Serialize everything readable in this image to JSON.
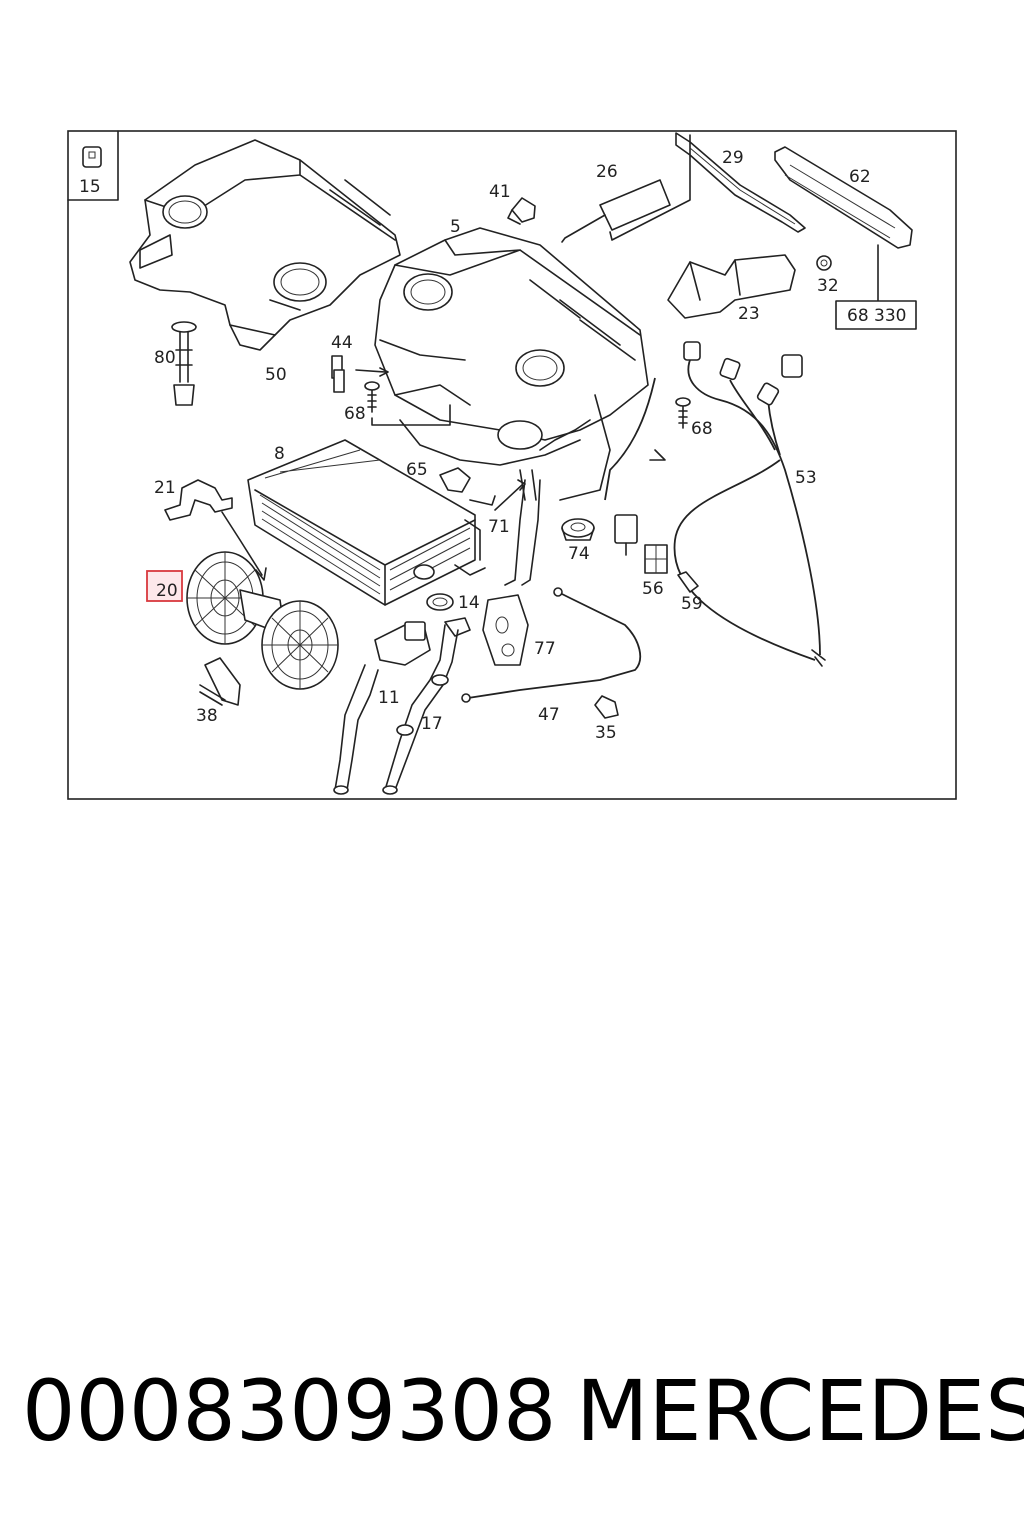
{
  "diagram": {
    "labels": {
      "l15": "15",
      "l41": "41",
      "l26": "26",
      "l29": "29",
      "l62": "62",
      "l5": "5",
      "l32": "32",
      "l23": "23",
      "l68330": "68 330",
      "l80": "80",
      "l50": "50",
      "l44": "44",
      "l68a": "68",
      "l68b": "68",
      "l53": "53",
      "l8": "8",
      "l65": "65",
      "l21": "21",
      "l71": "71",
      "l74": "74",
      "l56": "56",
      "l59": "59",
      "l20": "20",
      "l14": "14",
      "l77": "77",
      "l11": "11",
      "l38": "38",
      "l17": "17",
      "l47": "47",
      "l35": "35"
    },
    "highlight_color": "#d9383e",
    "highlight_fill": "#fde8ea"
  },
  "caption": {
    "part_number": "0008309308",
    "brand": "MERCEDES"
  }
}
